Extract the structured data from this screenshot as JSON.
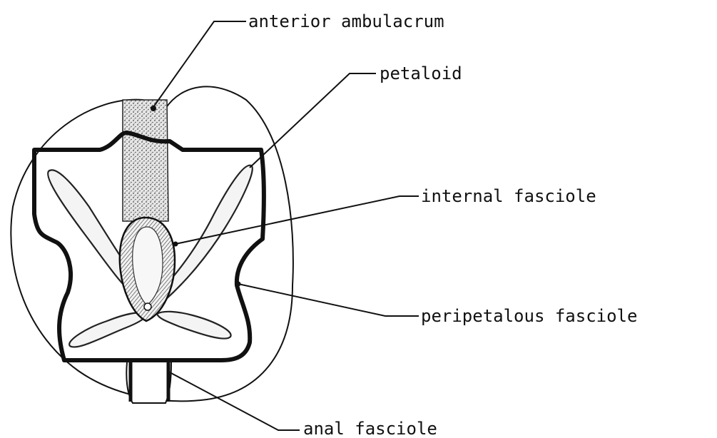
{
  "labels": {
    "anterior_ambulacrum": "anterior ambulacrum",
    "petaloid": "petaloid",
    "internal_fasciole": "internal fasciole",
    "peripetalous_fasciole": "peripetalous fasciole",
    "anal_fasciole": "anal fasciole"
  },
  "colors": {
    "ink": "#111111",
    "paper": "#ffffff",
    "stipple": "#444444"
  }
}
